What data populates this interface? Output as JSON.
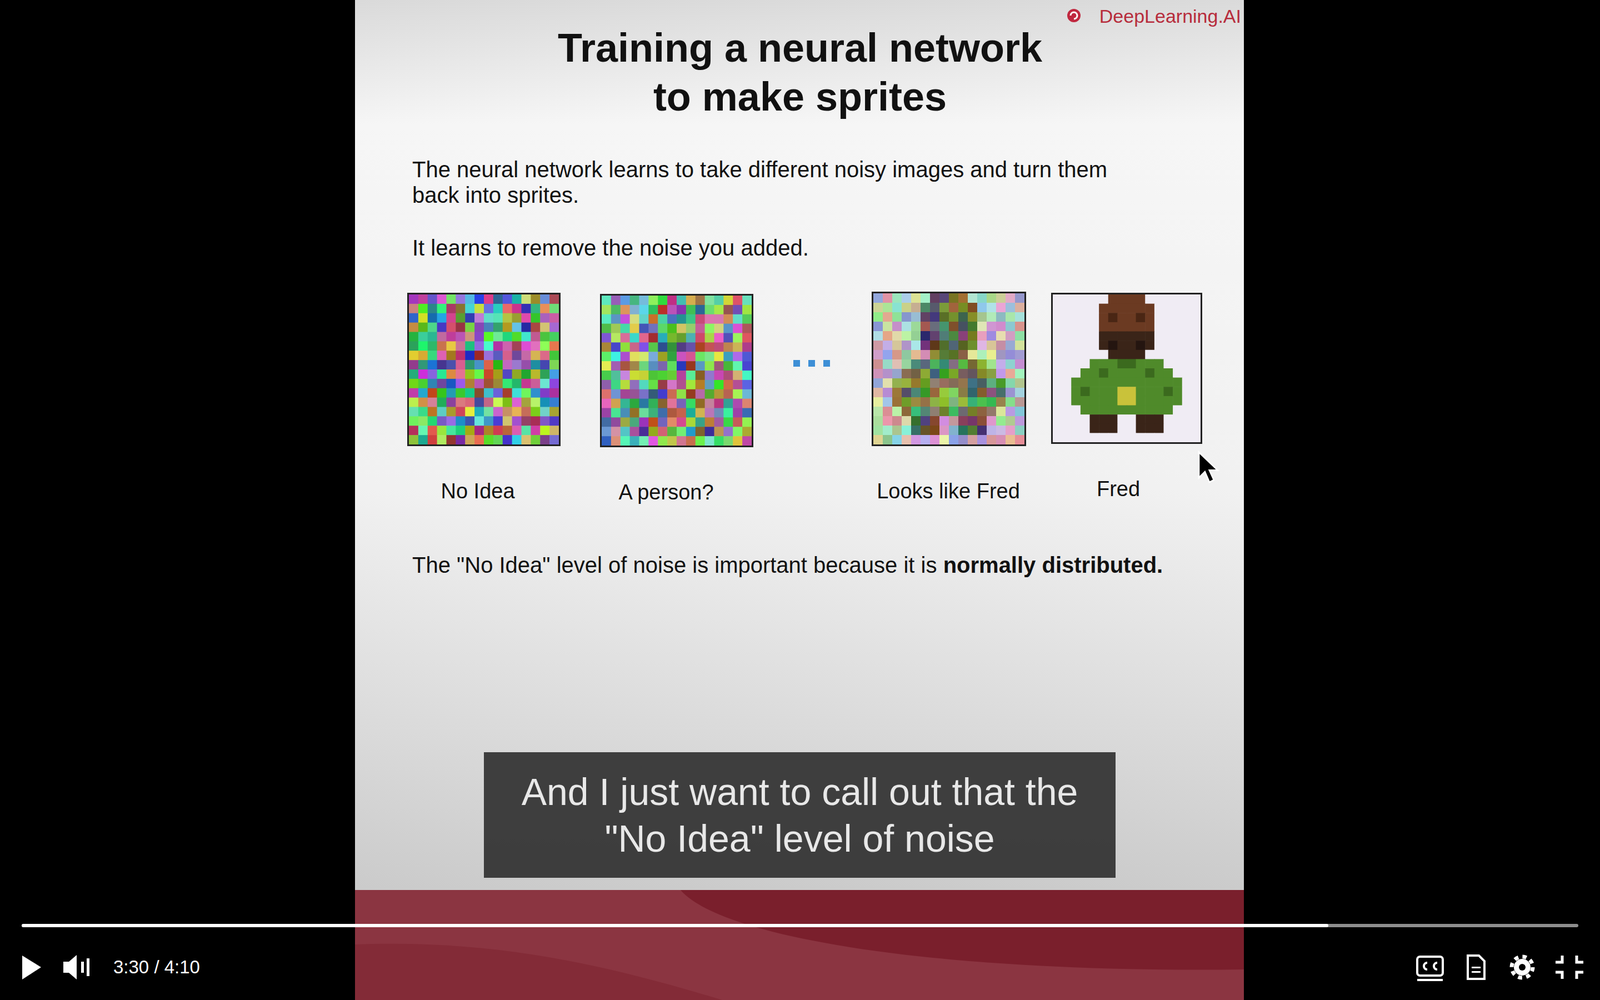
{
  "diagram": {
    "title": "Training a neural network to make sprites",
    "nodes": [
      {
        "text": [
          "No Idea"
        ]
      },
      {
        "text": [
          "A person?"
        ]
      },
      {
        "text": [
          "Looks like Fred"
        ]
      },
      {
        "text": [
          "Fred"
        ]
      },
      {
        "text": [
          "And I just want to call out that the \"No Idea\" level of noise"
        ]
      }
    ],
    "labels": [
      "DeepLearning.AI",
      "The neural network learns to take different noisy images and turn them back into sprites.",
      "It learns to remove the noise you added.",
      "The \"No Idea\" level of noise is important because it is",
      "normally distributed.",
      "3:30 / 4:10"
    ]
  }
}
